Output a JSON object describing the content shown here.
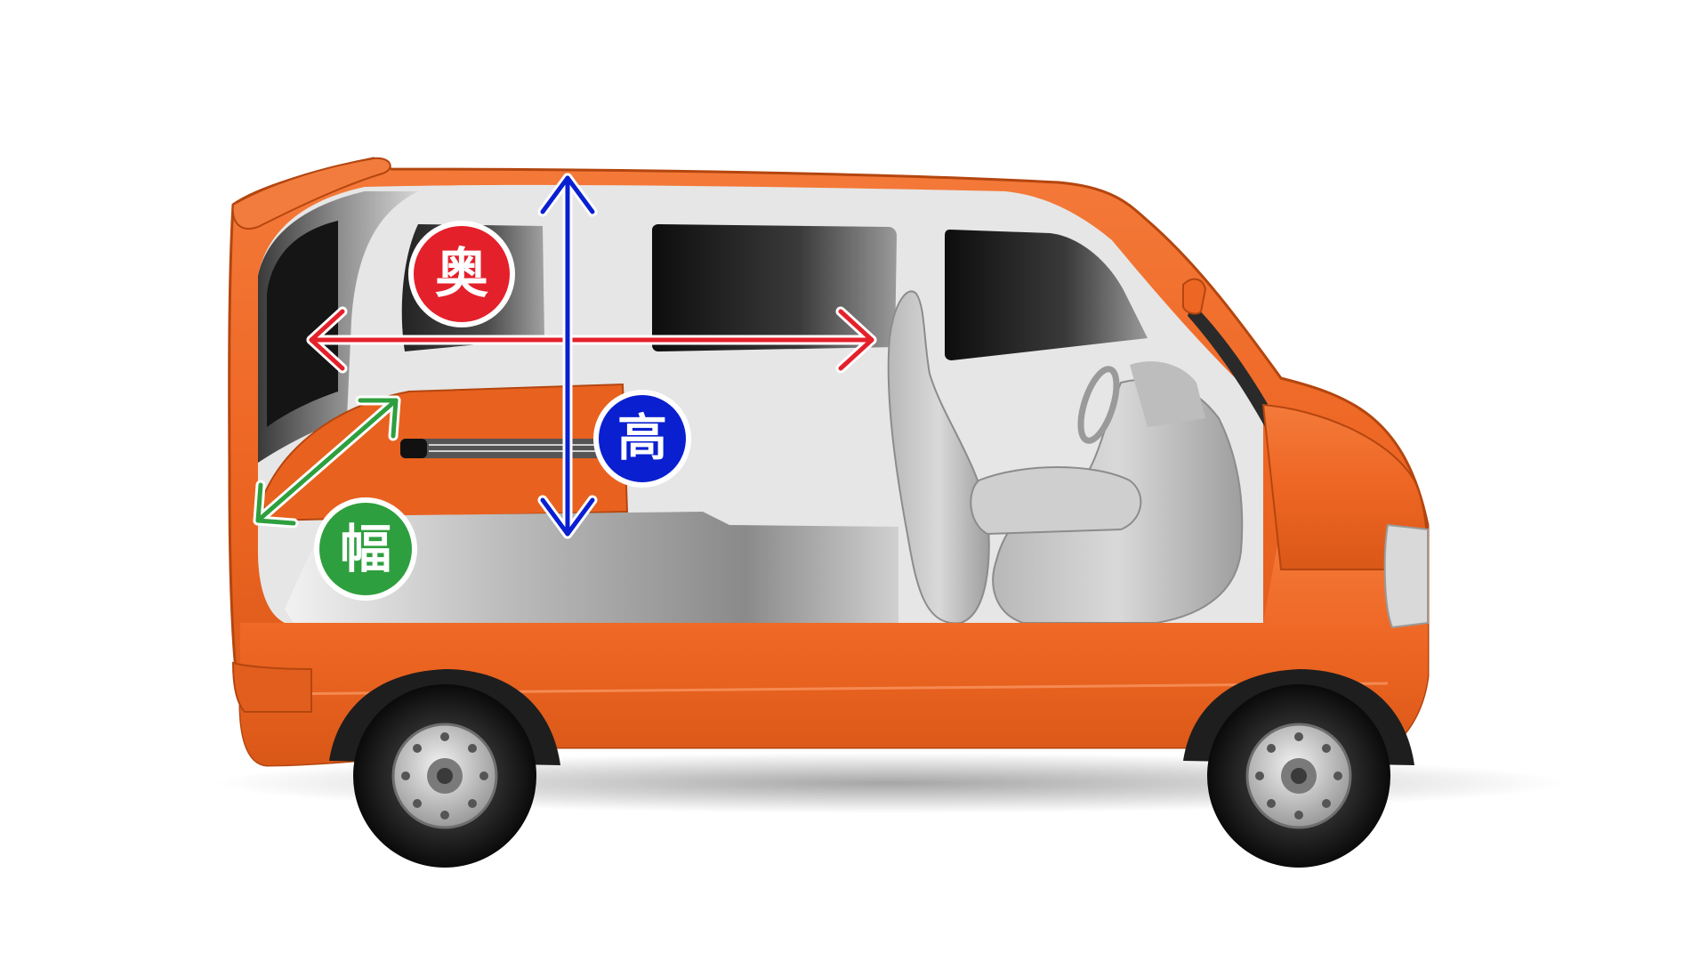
{
  "labels": {
    "depth": "奥",
    "height": "高",
    "width": "幅"
  },
  "colors": {
    "body_orange": "#EE6623",
    "body_orange_dark": "#C84E14",
    "depth_red": "#E4202B",
    "height_blue": "#0A1FD0",
    "width_green": "#2E9F3E",
    "interior_gray": "#E6E6E6",
    "glass_dark": "#1A1A1A"
  }
}
